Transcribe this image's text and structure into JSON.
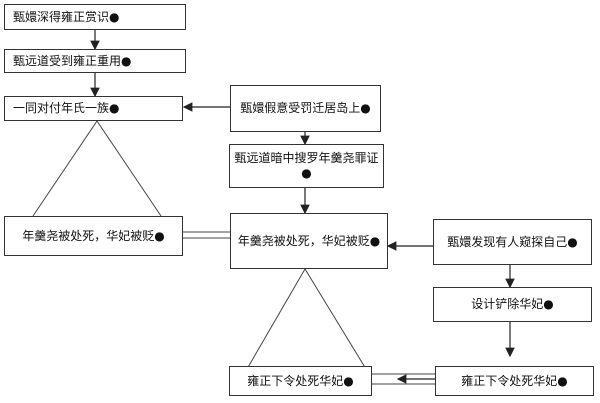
{
  "diagram": {
    "nodes": {
      "n1": "甄嬛深得雍正赏识●",
      "n2": "甄远道受到雍正重用●",
      "n3": "一同对付年氏一族●",
      "n4": "甄嬛假意受罚迁居岛上●",
      "n5": "甄远道暗中搜罗年羹尧罪证●",
      "n6": "年羹尧被处死，华妃被贬●",
      "n7": "年羹尧被处死，华妃被贬●",
      "n8": "甄嬛发现有人窥探自己●",
      "n9": "设计铲除华妃●",
      "n10": "雍正下令处死华妃●",
      "n11": "雍正下令处死华妃●"
    }
  }
}
